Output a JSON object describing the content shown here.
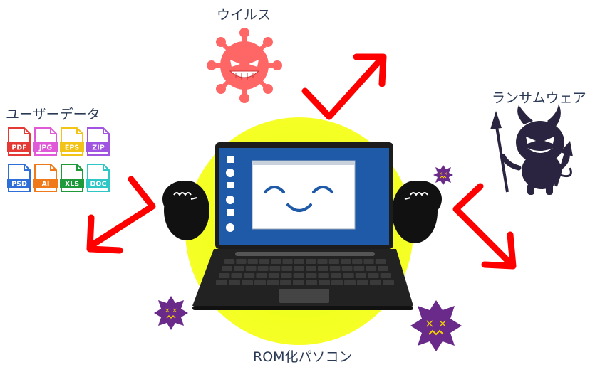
{
  "labels": {
    "virus": "ウイルス",
    "ransomware": "ランサムウェア",
    "user_data": "ユーザーデータ",
    "rom_pc": "ROM化パソコン"
  },
  "file_types": [
    {
      "ext": "PDF",
      "color": "#e53935"
    },
    {
      "ext": "JPG",
      "color": "#e05ad8"
    },
    {
      "ext": "EPS",
      "color": "#f2c418"
    },
    {
      "ext": "ZIP",
      "color": "#a154e0"
    },
    {
      "ext": "PSD",
      "color": "#2d6fd6"
    },
    {
      "ext": "AI",
      "color": "#f07a1a"
    },
    {
      "ext": "XLS",
      "color": "#1f9a3b"
    },
    {
      "ext": "DOC",
      "color": "#2fc6c6"
    }
  ],
  "colors": {
    "arrow": "#ff0000",
    "glow": "#f4ff00",
    "virus_body": "#ff6666",
    "devil": "#2a2440",
    "germ": "#6a2a8a",
    "screen_bezel": "#1f5aa8",
    "label_text": "#2a3a55"
  },
  "icons": {
    "virus": "virus-icon",
    "devil": "devil-icon",
    "germ": "germ-icon"
  }
}
